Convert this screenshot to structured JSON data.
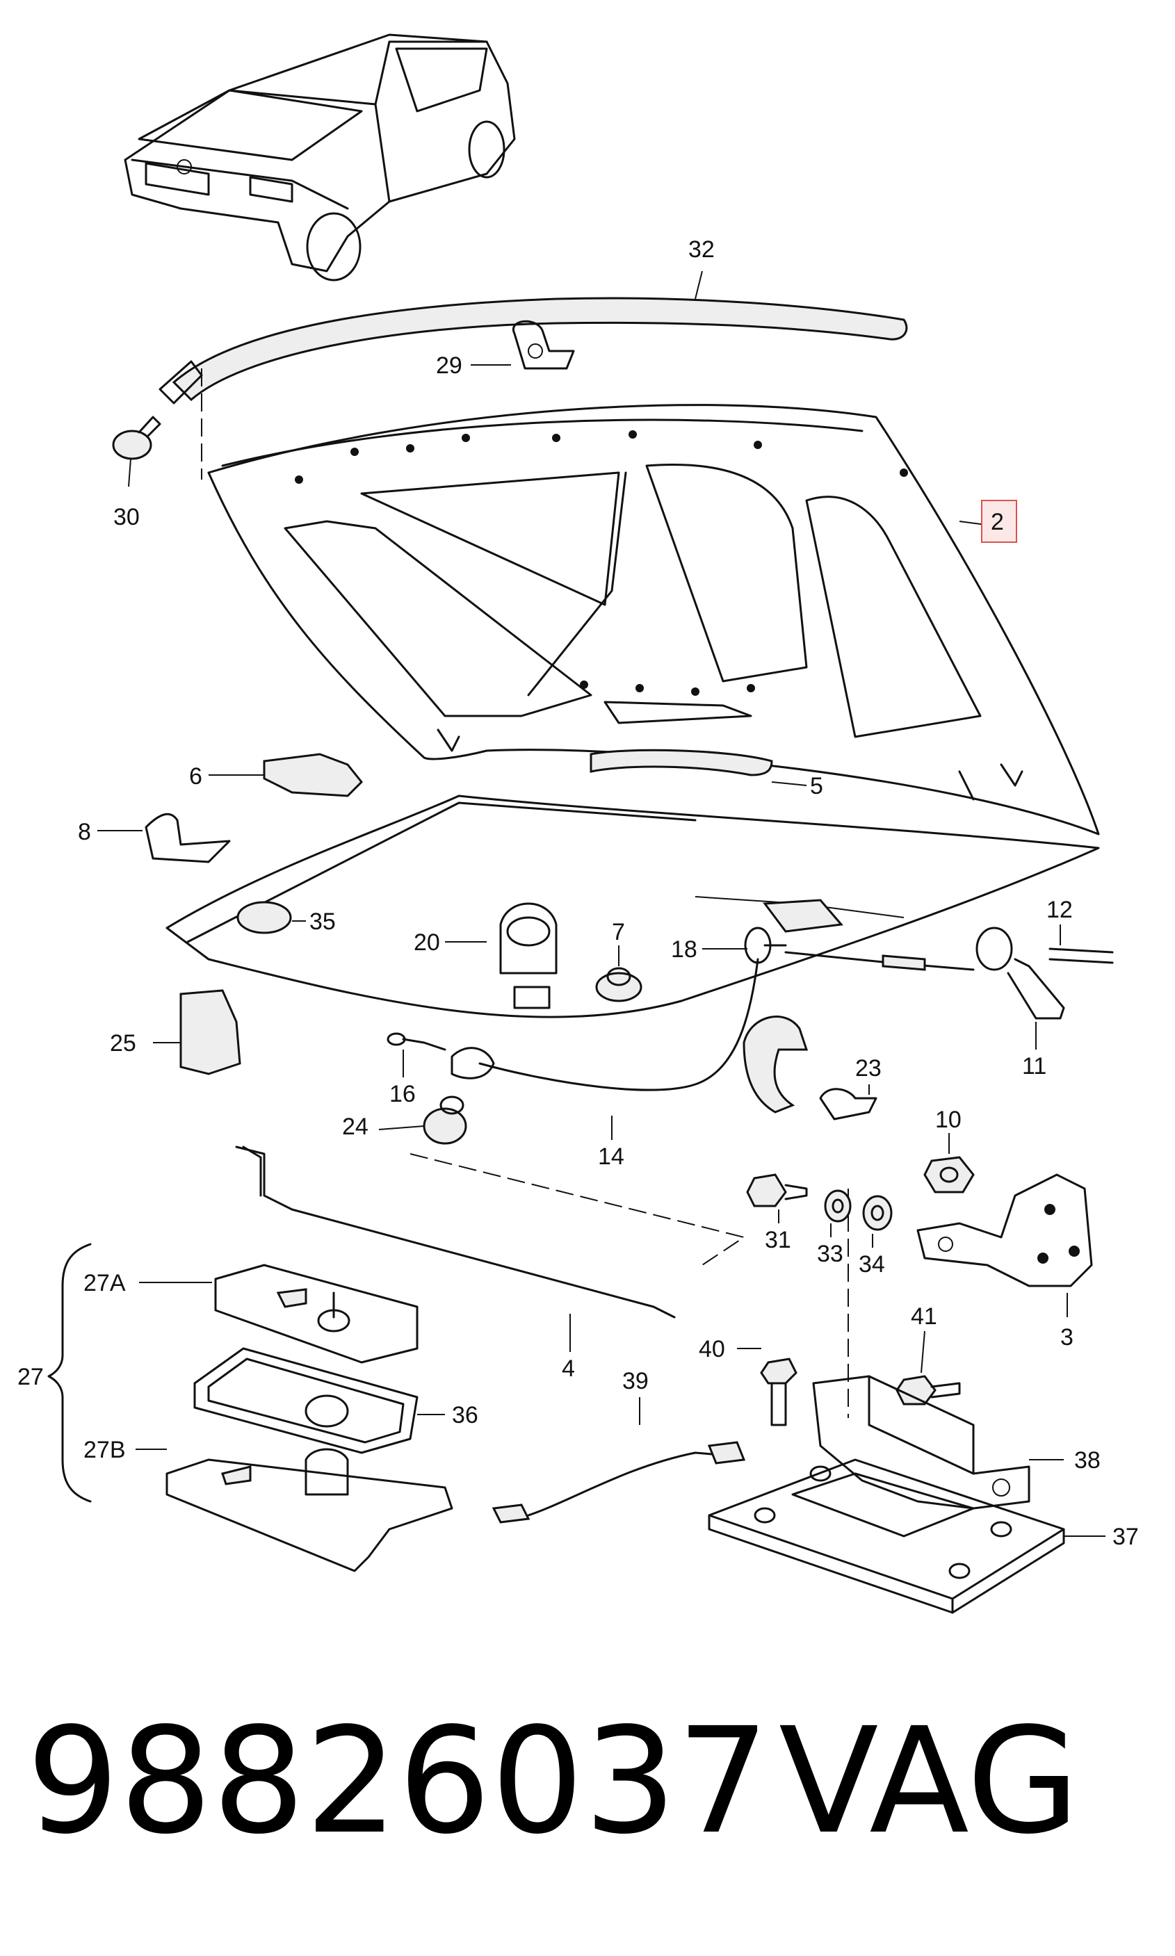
{
  "diagram": {
    "callouts": {
      "c2": "2",
      "c3": "3",
      "c4": "4",
      "c5": "5",
      "c6": "6",
      "c7": "7",
      "c8": "8",
      "c10": "10",
      "c11": "11",
      "c12": "12",
      "c14": "14",
      "c16": "16",
      "c18": "18",
      "c20": "20",
      "c23": "23",
      "c24": "24",
      "c25": "25",
      "c27": "27",
      "c27a": "27A",
      "c27b": "27B",
      "c29": "29",
      "c30": "30",
      "c31": "31",
      "c32": "32",
      "c33": "33",
      "c34": "34",
      "c35": "35",
      "c36": "36",
      "c37": "37",
      "c38": "38",
      "c39": "39",
      "c40": "40",
      "c41": "41"
    },
    "highlighted_callout": "2",
    "highlight_color": "#d9534f"
  },
  "footer": {
    "part_number": "98826037",
    "brand": "VAG"
  }
}
